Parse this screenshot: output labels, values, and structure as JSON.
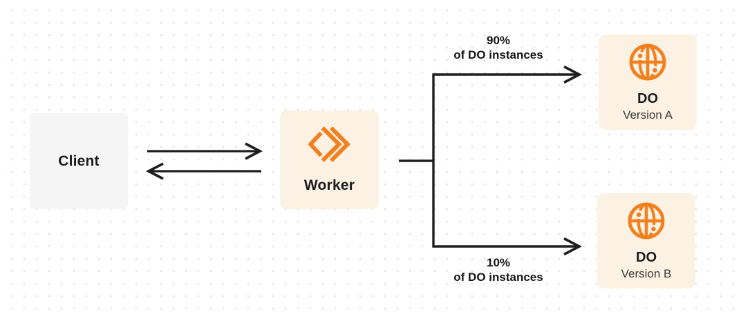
{
  "diagram": {
    "type": "flow-diagram",
    "colors": {
      "background": "#ffffff",
      "grid_dot": "#e2e2e6",
      "connector": "#1f1f1f",
      "accent_orange": "#f2801f",
      "node_cream": "#fcf2e4",
      "node_gray": "#f5f5f6",
      "text_primary": "#1c1c1e",
      "text_secondary": "#3d3a36"
    },
    "nodes": {
      "client": {
        "label": "Client"
      },
      "worker": {
        "label": "Worker",
        "icon": "workers-icon"
      },
      "do_a": {
        "title": "DO",
        "subtitle": "Version A",
        "icon": "globe-icon"
      },
      "do_b": {
        "title": "DO",
        "subtitle": "Version B",
        "icon": "globe-icon"
      }
    },
    "edges": {
      "client_worker": {
        "type": "bidirectional-arrows",
        "from": "client",
        "to": "worker"
      },
      "top_branch": {
        "percent": "90%",
        "caption": "of DO instances",
        "from": "worker",
        "to": "do_a"
      },
      "bottom_branch": {
        "percent": "10%",
        "caption": "of DO instances",
        "from": "worker",
        "to": "do_b"
      }
    }
  }
}
